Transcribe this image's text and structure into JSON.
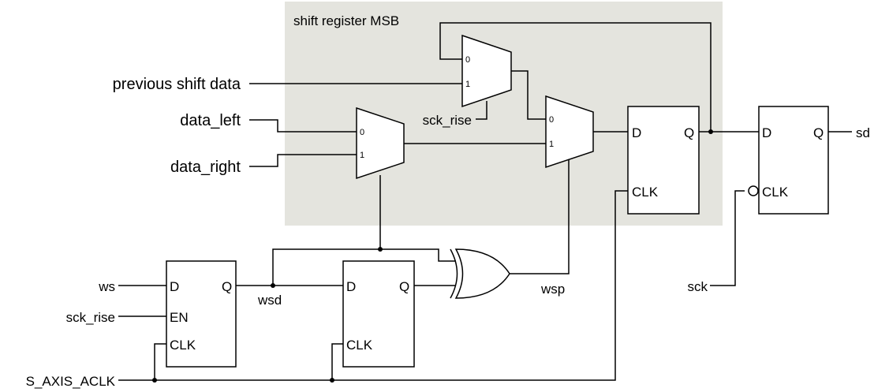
{
  "colors": {
    "region_fill": "#e4e4de",
    "line": "#000000",
    "background": "#ffffff"
  },
  "region": {
    "label": "shift register MSB"
  },
  "inputs": {
    "previous_shift_data": "previous shift data",
    "data_left": "data_left",
    "data_right": "data_right",
    "ws": "ws",
    "sck_rise": "sck_rise",
    "s_axis_aclk": "S_AXIS_ACLK",
    "sck": "sck"
  },
  "outputs": {
    "sd": "sd"
  },
  "nets": {
    "wsd": "wsd",
    "wsp": "wsp",
    "mux_sel": "sck_rise"
  },
  "mux_pins": {
    "in0": "0",
    "in1": "1"
  },
  "ff_pins": {
    "d": "D",
    "q": "Q",
    "clk": "CLK",
    "en": "EN"
  }
}
